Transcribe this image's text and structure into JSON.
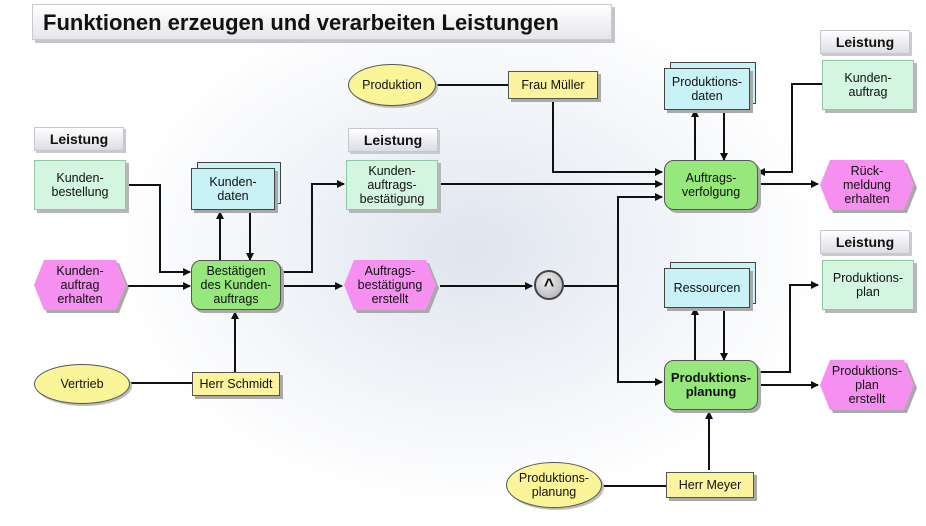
{
  "title": "Funktionen erzeugen und verarbeiten Leistungen",
  "labels": {
    "leistung_1": "Leistung",
    "leistung_2": "Leistung",
    "leistung_3": "Leistung",
    "leistung_4": "Leistung"
  },
  "nodes": {
    "kundenbestellung": "Kunden-\nbestellung",
    "kundenauftrag_erhalten": "Kunden-\nauftrag\nerhalten",
    "vertrieb": "Vertrieb",
    "herr_schmidt": "Herr Schmidt",
    "kundendaten": "Kunden-\ndaten",
    "bestaetigen": "Bestätigen\ndes Kunden-\nauftrags",
    "kundenauftragsbestaetigung": "Kunden-\nauftrags-\nbestätigung",
    "auftragsbestaetigung_erstellt": "Auftrags-\nbestätigung\nerstellt",
    "connector": "^",
    "produktion_org": "Produktion",
    "frau_mueller": "Frau Müller",
    "produktionsdaten": "Produktions-\ndaten",
    "auftragsverfolgung": "Auftrags-\nverfolgung",
    "kundenauftrag_leistung": "Kunden-\nauftrag",
    "rueckmeldung_erhalten": "Rück-\nmeldung\nerhalten",
    "ressourcen": "Ressourcen",
    "produktionsplanung": "Produktions-\nplanung",
    "produktionsplan": "Produktions-\nplan",
    "produktionsplan_erstellt": "Produktions-\nplan\nerstellt",
    "produktionsplanung_org": "Produktions-\nplanung",
    "herr_meyer": "Herr Meyer"
  }
}
